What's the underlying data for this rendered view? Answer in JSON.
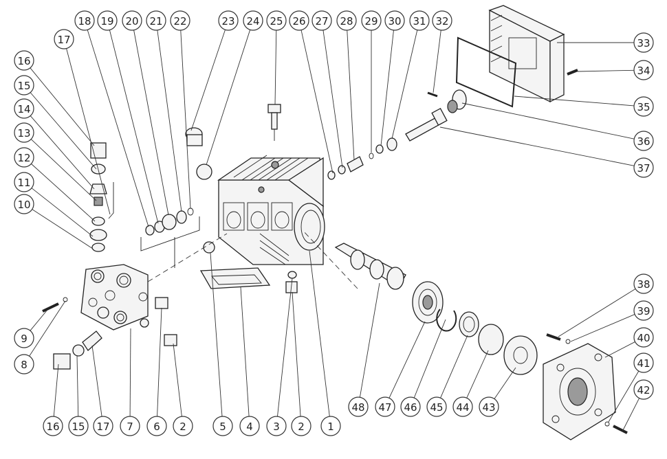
{
  "callouts": [
    {
      "num": "1"
    },
    {
      "num": "2"
    },
    {
      "num": "2"
    },
    {
      "num": "3"
    },
    {
      "num": "4"
    },
    {
      "num": "5"
    },
    {
      "num": "6"
    },
    {
      "num": "7"
    },
    {
      "num": "8"
    },
    {
      "num": "9"
    },
    {
      "num": "10"
    },
    {
      "num": "11"
    },
    {
      "num": "12"
    },
    {
      "num": "13"
    },
    {
      "num": "14"
    },
    {
      "num": "15"
    },
    {
      "num": "15"
    },
    {
      "num": "16"
    },
    {
      "num": "16"
    },
    {
      "num": "17"
    },
    {
      "num": "17"
    },
    {
      "num": "18"
    },
    {
      "num": "19"
    },
    {
      "num": "20"
    },
    {
      "num": "21"
    },
    {
      "num": "22"
    },
    {
      "num": "23"
    },
    {
      "num": "24"
    },
    {
      "num": "25"
    },
    {
      "num": "26"
    },
    {
      "num": "27"
    },
    {
      "num": "28"
    },
    {
      "num": "29"
    },
    {
      "num": "30"
    },
    {
      "num": "31"
    },
    {
      "num": "32"
    },
    {
      "num": "33"
    },
    {
      "num": "34"
    },
    {
      "num": "35"
    },
    {
      "num": "36"
    },
    {
      "num": "37"
    },
    {
      "num": "38"
    },
    {
      "num": "39"
    },
    {
      "num": "40"
    },
    {
      "num": "41"
    },
    {
      "num": "42"
    },
    {
      "num": "43"
    },
    {
      "num": "44"
    },
    {
      "num": "45"
    },
    {
      "num": "46"
    },
    {
      "num": "47"
    },
    {
      "num": "48"
    }
  ]
}
